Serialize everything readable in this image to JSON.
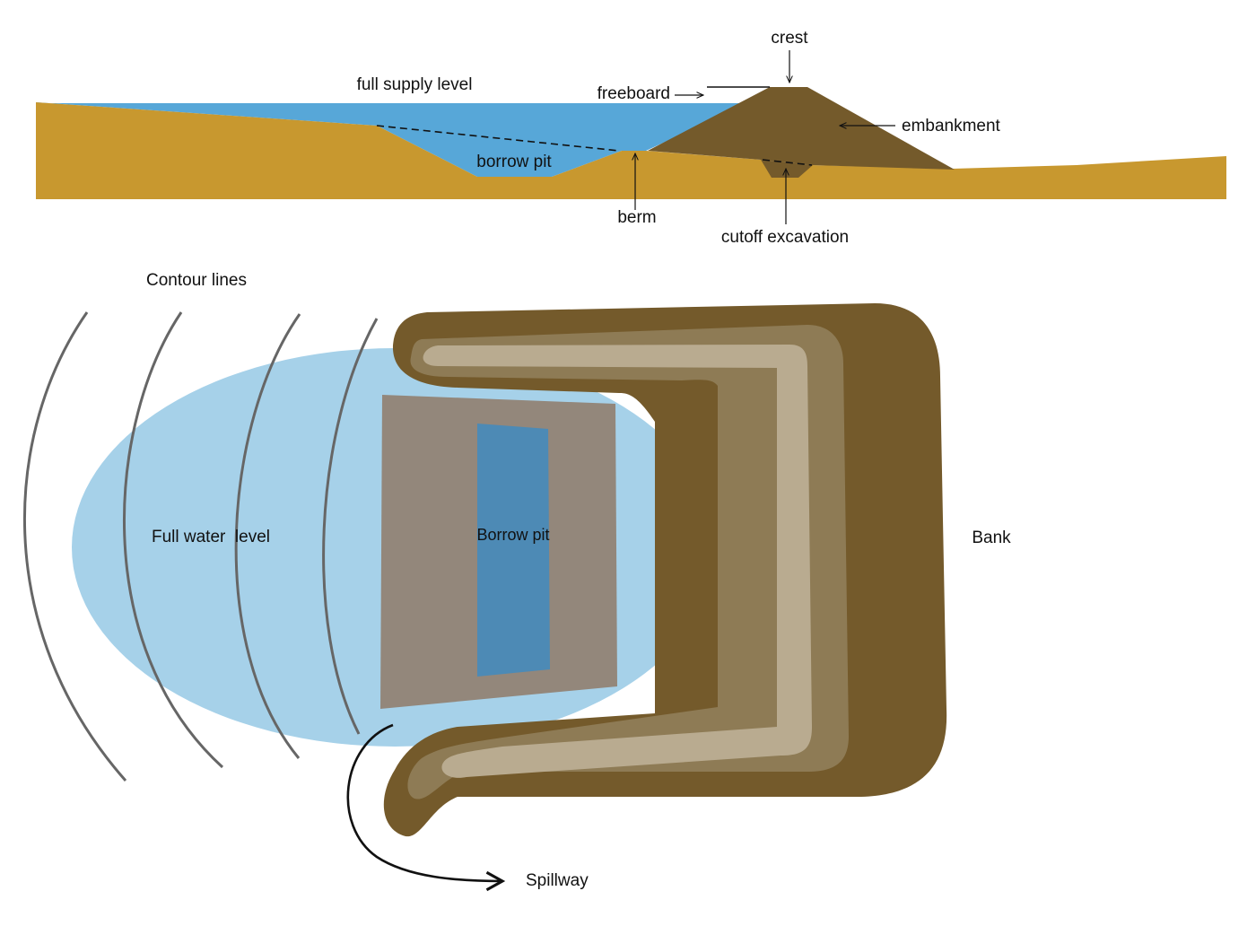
{
  "colors": {
    "water": "#57a7d8",
    "ground": "#c8982f",
    "embankment": "#745a2b",
    "plan_water": "#a6d1e9",
    "borrow_pit_fill": "#93877b",
    "borrow_pit_deep": "#4d8ab5",
    "bank_dark": "#745a2b",
    "bank_mid": "#8e7b55",
    "bank_light": "#b9ab90",
    "contour": "#666666"
  },
  "section": {
    "labels": {
      "crest": "crest",
      "full_supply_level": "full supply level",
      "freeboard": "freeboard",
      "embankment": "embankment",
      "borrow_pit": "borrow pit",
      "berm": "berm",
      "cutoff_excavation": "cutoff excavation"
    }
  },
  "plan": {
    "labels": {
      "contour_lines": "Contour lines",
      "full_water_level": "Full water  level",
      "borrow_pit": "Borrow pit",
      "bank": "Bank",
      "spillway": "Spillway"
    }
  }
}
